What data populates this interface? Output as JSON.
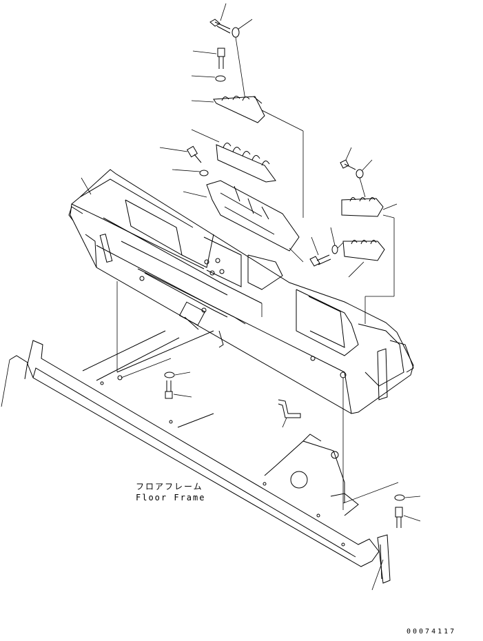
{
  "labels": {
    "floor_frame_jp": "フロアフレーム",
    "floor_frame_en": "Floor Frame",
    "document_number": "00074117"
  }
}
